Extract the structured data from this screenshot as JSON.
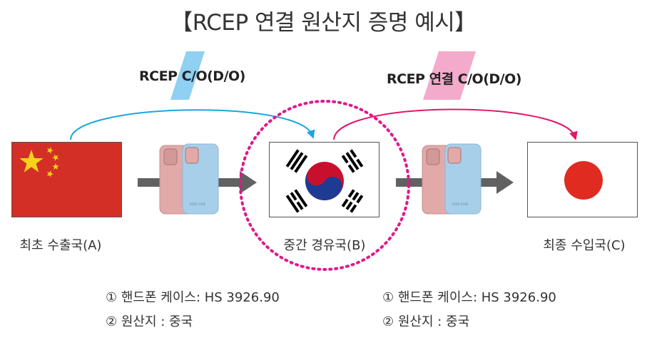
{
  "title": "【RCEP 연결 원산지 증명 예시】",
  "first_label": "RCEP C/O(D/O)",
  "second_label": "RCEP 연결 C/O(D/O)",
  "countries": [
    {
      "label": "최초 수출국(A)",
      "flag": "china-flag"
    },
    {
      "label": "중간 경유국(B)",
      "flag": "korea-flag"
    },
    {
      "label": "최종 수입국(C)",
      "flag": "japan-flag"
    }
  ],
  "info_left": [
    "① 핸드폰 케이스: HS 3926.90",
    "② 원산지 : 중국"
  ],
  "info_right": [
    "① 핸드폰 케이스: HS 3926.90",
    "② 원산지 : 중국"
  ],
  "colors": {
    "blue_arrow": "#1ba6e0",
    "pink_arrow": "#e0186b",
    "dotted_circle": "#e0188b",
    "china_red": "#d32f27",
    "china_star": "#f7d417",
    "japan_red": "#e02b20",
    "korea_red": "#c8102e",
    "korea_blue": "#1f3a93",
    "case_pink": "#e2a9a9",
    "case_blue": "#a7cfe9",
    "highlight_blue": "#8fd0f3",
    "highlight_pink": "#f4aacb"
  },
  "icons": [
    "phone-case-icon",
    "arrow-right-icon"
  ]
}
